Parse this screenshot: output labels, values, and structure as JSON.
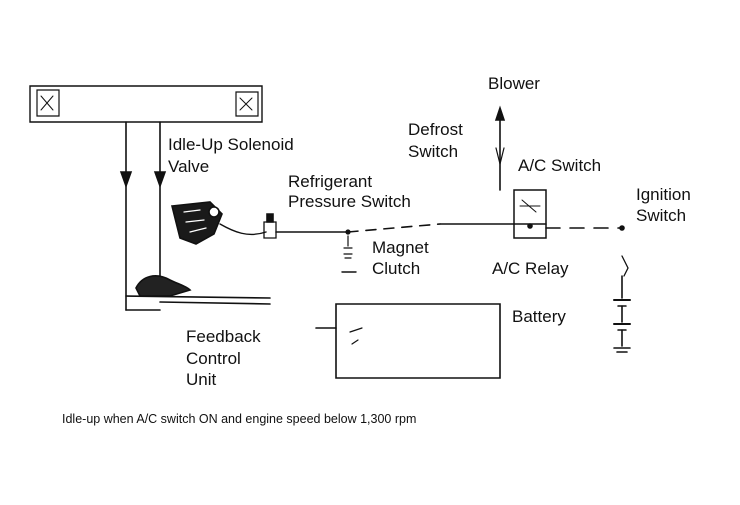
{
  "labels": {
    "blower": "Blower",
    "defrost_switch_1": "Defrost",
    "defrost_switch_2": "Switch",
    "ac_switch": "A/C Switch",
    "ignition_switch_1": "Ignition",
    "ignition_switch_2": "Switch",
    "idle_up_valve_1": "Idle-Up Solenoid",
    "idle_up_valve_2": "Valve",
    "refrigerant_switch_1": "Refrigerant",
    "refrigerant_switch_2": "Pressure Switch",
    "magnet_clutch_1": "Magnet",
    "magnet_clutch_2": "Clutch",
    "ac_relay": "A/C Relay",
    "battery": "Battery",
    "feedback_unit_1": "Feedback",
    "feedback_unit_2": "Control",
    "feedback_unit_3": "Unit"
  },
  "caption": "Idle-up when A/C switch ON and engine speed below 1,300 rpm"
}
